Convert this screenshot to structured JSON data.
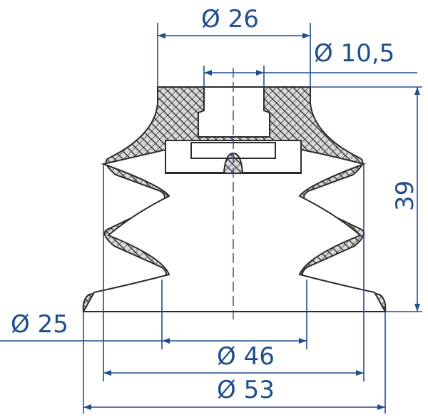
{
  "dimensions": {
    "top_outer": "Ø 26",
    "top_hole": "Ø 10,5",
    "height": "39",
    "bottom_inner": "Ø 25",
    "middle": "Ø 46",
    "overall": "Ø 53"
  },
  "colors": {
    "dimension": "#1f4e8c",
    "part_outline": "#2b2b2b",
    "hatch": "#3a3a3a"
  }
}
